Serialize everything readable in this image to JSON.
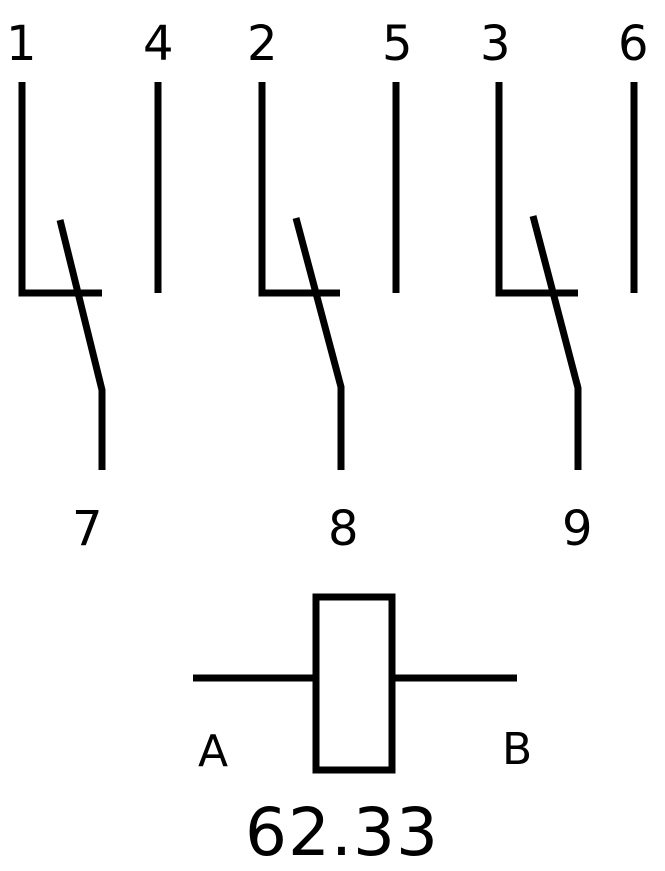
{
  "colors": {
    "ink": "#000000",
    "background": "#ffffff"
  },
  "contacts": [
    {
      "common": "7",
      "nc": "1",
      "no": "4"
    },
    {
      "common": "8",
      "nc": "2",
      "no": "5"
    },
    {
      "common": "9",
      "nc": "3",
      "no": "6"
    }
  ],
  "coil": {
    "left_label": "A",
    "right_label": "B"
  },
  "model": "62.33"
}
